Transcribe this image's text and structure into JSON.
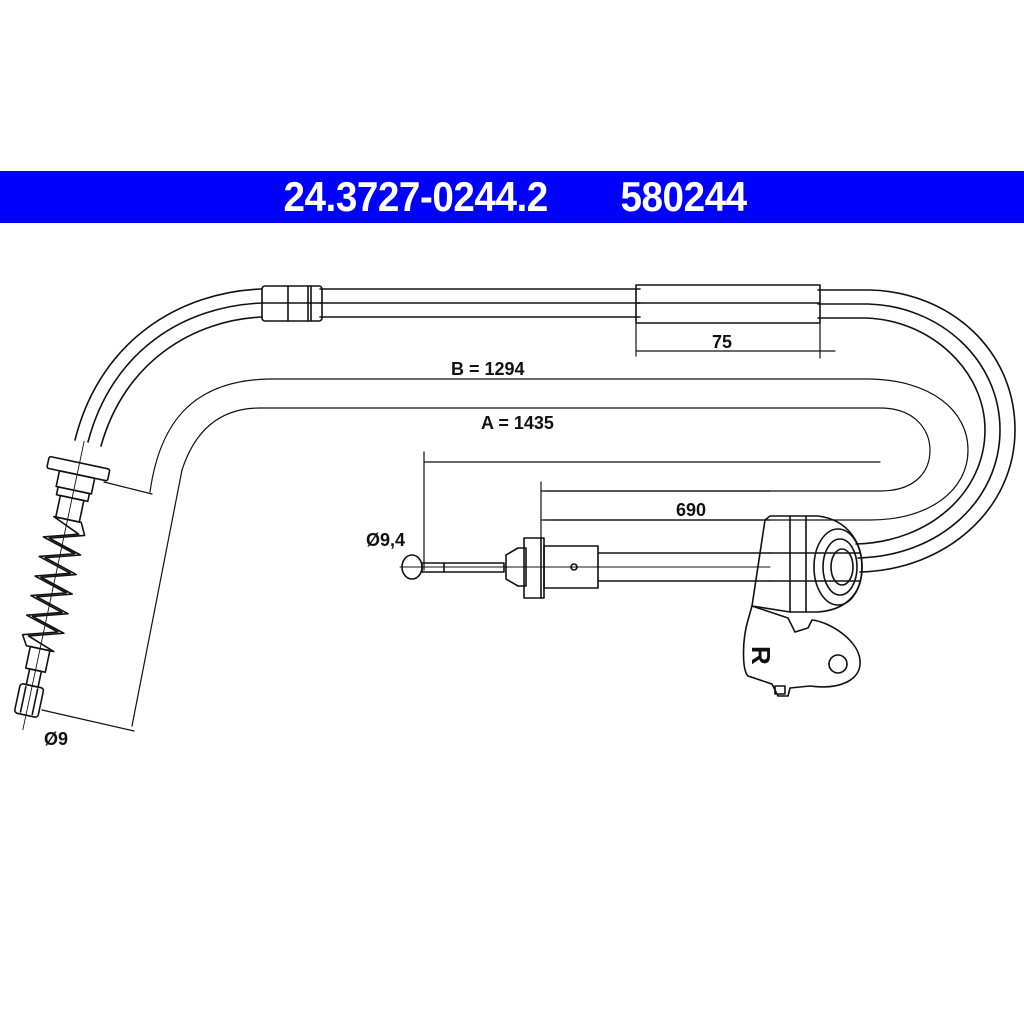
{
  "header": {
    "part_number": "24.3727-0244.2",
    "ref_number": "580244",
    "background_color": "#0000ff",
    "text_color": "#ffffff"
  },
  "drawing": {
    "subject": "parking brake cable",
    "dimensions": {
      "sleeve_length": "75",
      "length_b": "B = 1294",
      "length_a": "A = 1435",
      "offset_length": "690",
      "ball_end_diameter": "Ø9,4",
      "barrel_end_diameter": "Ø9"
    },
    "bracket_marking": "R",
    "line_color": "#111111"
  }
}
